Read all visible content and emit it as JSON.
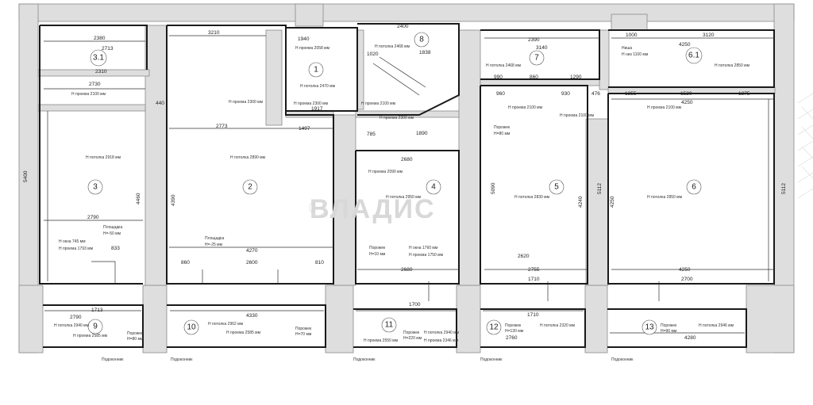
{
  "watermark": "ВЛАДИС",
  "rooms": [
    {
      "id": "room-1",
      "num": "1",
      "height": "Н потолка 2470 мм"
    },
    {
      "id": "room-2",
      "num": "2",
      "height": "Н потолка 2890 мм"
    },
    {
      "id": "room-3",
      "num": "3",
      "height": "Н потолка 2918 мм"
    },
    {
      "id": "room-3-1",
      "num": "3.1",
      "height": ""
    },
    {
      "id": "room-4",
      "num": "4",
      "height": "Н потолка 2950 мм"
    },
    {
      "id": "room-5",
      "num": "5",
      "height": "Н потолка 2830 мм"
    },
    {
      "id": "room-6",
      "num": "6",
      "height": "Н потолка 2850 мм"
    },
    {
      "id": "room-6-1",
      "num": "6.1",
      "height": "Н потолка 2850 мм"
    },
    {
      "id": "room-7",
      "num": "7",
      "height": "Н потолка 2468 мм"
    },
    {
      "id": "room-8",
      "num": "8",
      "height": "Н потолка 2468 мм"
    },
    {
      "id": "room-9",
      "num": "9",
      "height": "Н потолка 2940 мм"
    },
    {
      "id": "room-10",
      "num": "10",
      "height": "Н потолка 2962 мм"
    },
    {
      "id": "room-11",
      "num": "11",
      "height": "Н потолка 2940 мм"
    },
    {
      "id": "room-12",
      "num": "12",
      "height": "Н потолка 2320 мм"
    },
    {
      "id": "room-13",
      "num": "13",
      "height": "Н потолка 2946 мм"
    }
  ],
  "dims": {
    "d2380": "2380",
    "d2713": "2713",
    "d2310": "2310",
    "d2730": "2730",
    "d440": "440",
    "d3210": "3210",
    "d1940": "1940",
    "d2400": "2400",
    "d1838": "1838",
    "d2390": "2390",
    "d3140": "3140",
    "d4250a": "4250",
    "d3120": "3120",
    "d1000": "1000",
    "d1020": "1020",
    "d2773": "2773",
    "d1497": "1497",
    "d1917": "1917",
    "d1890": "1890",
    "d785": "785",
    "d2680a": "2680",
    "d990": "990",
    "d860a": "860",
    "d1290": "1290",
    "d960": "960",
    "d930": "930",
    "d476": "476",
    "d1355": "1355",
    "d1520": "1520",
    "d1375": "1375",
    "d4250b": "4250",
    "d2790a": "2790",
    "d4270": "4270",
    "d2600": "2600",
    "d860b": "860",
    "d810": "810",
    "d2680b": "2680",
    "d2755": "2755",
    "d1710a": "1710",
    "d4250c": "4250",
    "d2700a": "2700",
    "d833": "833",
    "d1713": "1713",
    "d2790b": "2790",
    "d4330": "4330",
    "d1700": "1700",
    "d1710b": "1710",
    "d2760": "2760",
    "d4280": "4280",
    "d5400": "5400",
    "d4460": "4460",
    "d4390": "4390",
    "d5090": "5090",
    "d4240": "4240",
    "d4250d": "4250",
    "d5112a": "5112",
    "d5112b": "5112",
    "d2620": "2620"
  },
  "notes": {
    "prh1": "Н проема 2058 мм",
    "prh2": "Н проема 2300 мм",
    "prh3": "Н проема 2100 мм",
    "prh4": "Н проема 2300 мм",
    "prh5": "Н проема 2100 мм",
    "prh6": "Н проема 2100 мм",
    "prh7": "Н проема 2300 мм",
    "prh8": "Н проема 2090 мм",
    "prh9": "Н проема 2100 мм",
    "prh10": "Н проема 2100 мм",
    "prh11": "Н проема 1793 мм",
    "prh12": "Н проема 1750 мм",
    "prh13": "Н проема 2585 мм",
    "prh14": "Н проема 2585 мм",
    "prh15": "Н проема 2550 мм",
    "prh16": "Н проема 2346 мм",
    "niche": "Ниша",
    "niche_h": "Н низ 1100 мм",
    "ploshchadka1": "Площадка",
    "ploshchadka1_h": "Н=-50 мм",
    "ploshchadka2": "Площадка",
    "ploshchadka2_h": "Н=-25 мм",
    "porog1": "Порожек",
    "porog1_h": "Н=80 мм",
    "porog2": "Порожек",
    "porog2_h": "Н=10 мм",
    "porog3": "Порожек",
    "porog3_h": "Н=80 мм",
    "porog4": "Порожек",
    "porog4_h": "Н=70 мм",
    "porog5": "Порожек",
    "porog5_h": "Н=220 мм",
    "porog6": "Порожек",
    "porog6_h": "Н=130 мм",
    "porog7": "Порожек",
    "porog7_h": "Н=90 мм",
    "porog_d": "Н окна 1760 мм",
    "porog_e": "Н окна 745 мм",
    "pod1": "Подоконник",
    "pod2": "Подоконник",
    "pod3": "Подоконник",
    "pod4": "Подоконник",
    "pod5": "Подоконник"
  }
}
